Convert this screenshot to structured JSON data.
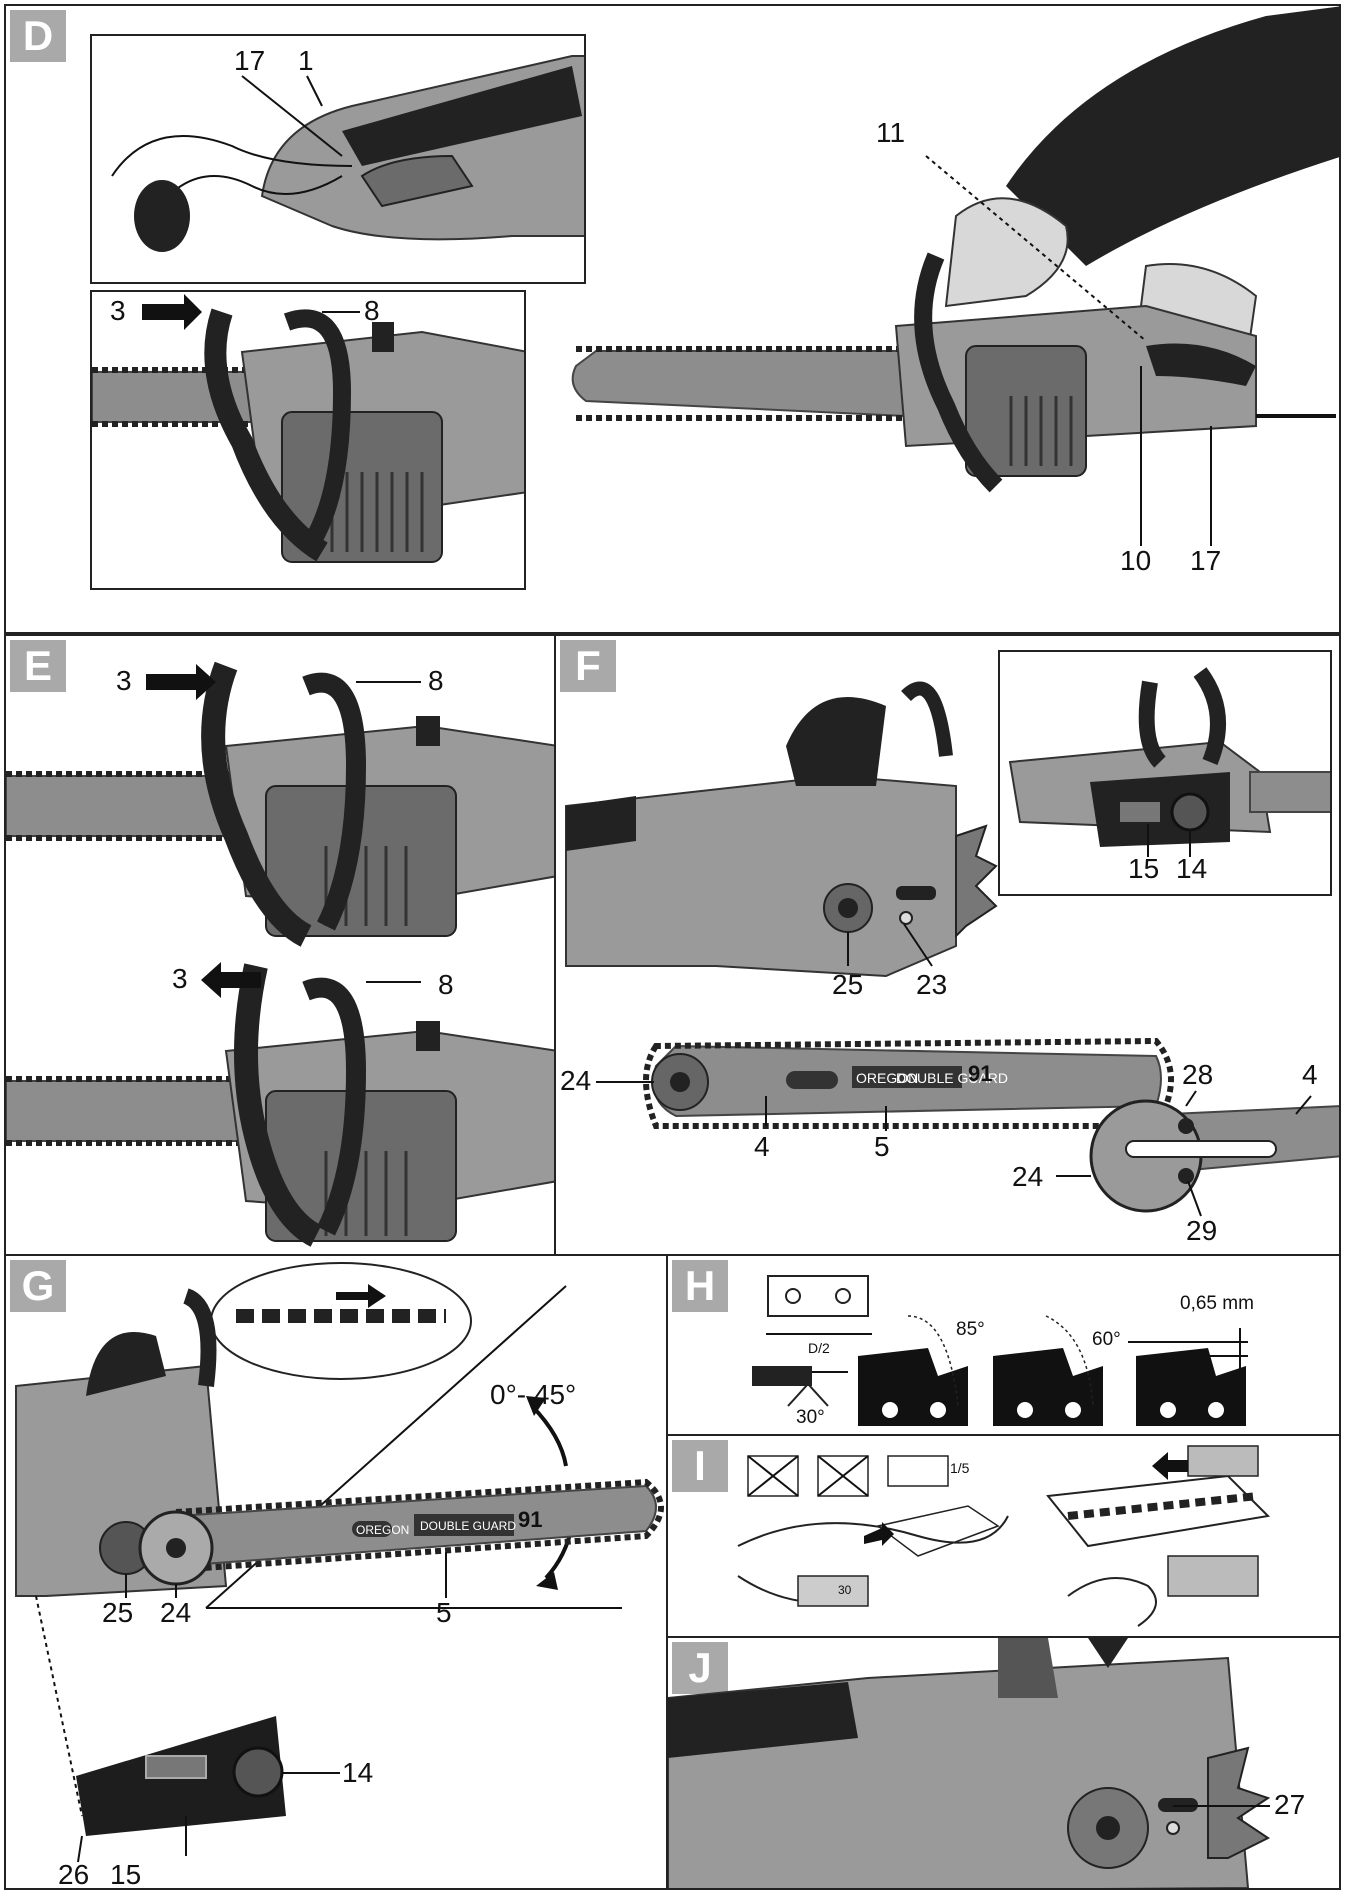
{
  "panels": {
    "D": {
      "letter": "D",
      "labels": {
        "n17a": "17",
        "n1": "1",
        "n3": "3",
        "n8": "8",
        "n11": "11",
        "n10": "10",
        "n17b": "17"
      }
    },
    "E": {
      "letter": "E",
      "labels": {
        "n3a": "3",
        "n8a": "8",
        "n3b": "3",
        "n8b": "8"
      }
    },
    "F": {
      "letter": "F",
      "labels": {
        "n15": "15",
        "n14": "14",
        "n25": "25",
        "n23": "23",
        "n24a": "24",
        "n4a": "4",
        "n5": "5",
        "n28": "28",
        "n4b": "4",
        "n24b": "24",
        "n29": "29"
      },
      "bar_brand": "OREGON",
      "bar_model": "DOUBLE GUARD",
      "bar_number": "91"
    },
    "G": {
      "letter": "G",
      "angle": "0°- 45°",
      "labels": {
        "n25": "25",
        "n24": "24",
        "n5": "5",
        "n14": "14",
        "n26": "26",
        "n15": "15"
      },
      "bar_brand": "OREGON",
      "bar_model": "DOUBLE GUARD",
      "bar_number": "91"
    },
    "H": {
      "letter": "H",
      "angle85": "85°",
      "angle60": "60°",
      "angle30": "30°",
      "depth": "0,65 mm",
      "fraction": "D/2"
    },
    "I": {
      "letter": "I",
      "fraction": "1/5",
      "angle30": "30"
    },
    "J": {
      "letter": "J",
      "labels": {
        "n27": "27"
      }
    }
  }
}
